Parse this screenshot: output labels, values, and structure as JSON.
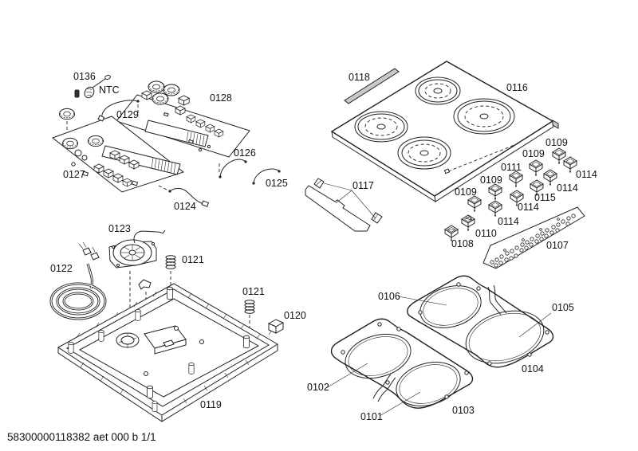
{
  "document": {
    "footer_code": "58300000118382 aet 000 b 1/1"
  },
  "colors": {
    "ink": "#222222",
    "background": "#ffffff",
    "strip_fill": "#c8c8c8"
  },
  "diagram": {
    "labels": [
      {
        "id": "0136",
        "text": "0136"
      },
      {
        "id": "ntc",
        "text": "NTC"
      },
      {
        "id": "0129",
        "text": "0129"
      },
      {
        "id": "0128",
        "text": "0128"
      },
      {
        "id": "0127",
        "text": "0127"
      },
      {
        "id": "0126",
        "text": "0126"
      },
      {
        "id": "0125",
        "text": "0125"
      },
      {
        "id": "0124",
        "text": "0124"
      },
      {
        "id": "0118",
        "text": "0118"
      },
      {
        "id": "0116",
        "text": "0116"
      },
      {
        "id": "0117",
        "text": "0117"
      },
      {
        "id": "0109a",
        "text": "0109"
      },
      {
        "id": "0109b",
        "text": "0109"
      },
      {
        "id": "0111",
        "text": "0111"
      },
      {
        "id": "0109c",
        "text": "0109"
      },
      {
        "id": "0109d",
        "text": "0109"
      },
      {
        "id": "0114a",
        "text": "0114"
      },
      {
        "id": "0114b",
        "text": "0114"
      },
      {
        "id": "0115",
        "text": "0115"
      },
      {
        "id": "0114c",
        "text": "0114"
      },
      {
        "id": "0114d",
        "text": "0114"
      },
      {
        "id": "0110",
        "text": "0110"
      },
      {
        "id": "0108",
        "text": "0108"
      },
      {
        "id": "0107",
        "text": "0107"
      },
      {
        "id": "0123",
        "text": "0123"
      },
      {
        "id": "0122",
        "text": "0122"
      },
      {
        "id": "0121a",
        "text": "0121"
      },
      {
        "id": "0121b",
        "text": "0121"
      },
      {
        "id": "0120",
        "text": "0120"
      },
      {
        "id": "0119",
        "text": "0119"
      },
      {
        "id": "0106",
        "text": "0106"
      },
      {
        "id": "0105",
        "text": "0105"
      },
      {
        "id": "0104",
        "text": "0104"
      },
      {
        "id": "0102",
        "text": "0102"
      },
      {
        "id": "0101",
        "text": "0101"
      },
      {
        "id": "0103",
        "text": "0103"
      }
    ]
  }
}
